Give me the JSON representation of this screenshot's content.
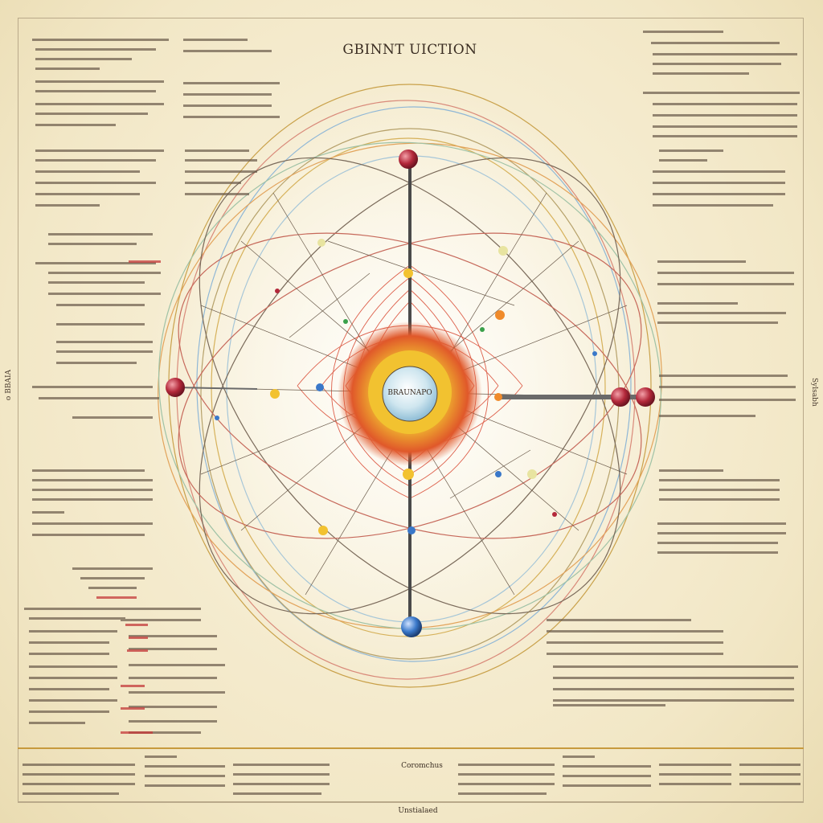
{
  "diagram": {
    "title": "GBINNT UICTION",
    "center_label": "BRAUNAPO",
    "left_edge_label": "o BBAIA",
    "right_edge_label": "Sylsabh",
    "footer_caption": "Unstialaed",
    "footer_mid_label": "Coromchus"
  },
  "colors": {
    "paper": "#f3ead0",
    "ink": "#3a2d22",
    "accent_gold": "#c79a3d",
    "node_red": "#b3283a",
    "node_blue": "#3a78c9",
    "core_yellow": "#f2c230",
    "core_orange": "#e0582a"
  }
}
